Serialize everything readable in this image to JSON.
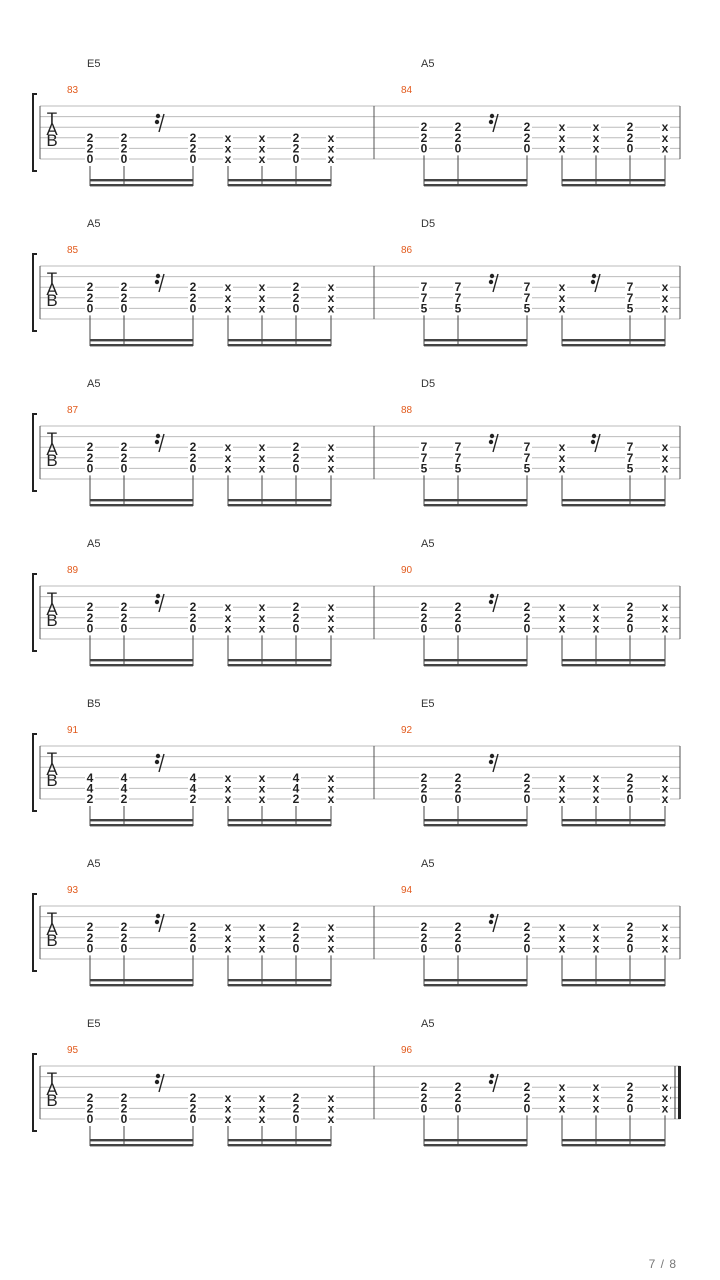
{
  "page": {
    "number_text": "7 / 8"
  },
  "systems": [
    {
      "measures": [
        {
          "number": "83",
          "chord": "E5",
          "strings": 3,
          "events": [
            {
              "t": "n",
              "f": [
                "2",
                "2",
                "0"
              ]
            },
            {
              "t": "n",
              "f": [
                "2",
                "2",
                "0"
              ]
            },
            {
              "t": "r"
            },
            {
              "t": "n",
              "f": [
                "2",
                "2",
                "0"
              ]
            },
            {
              "t": "n",
              "f": [
                "x",
                "x",
                "x"
              ]
            },
            {
              "t": "n",
              "f": [
                "x",
                "x",
                "x"
              ]
            },
            {
              "t": "n",
              "f": [
                "2",
                "2",
                "0"
              ]
            },
            {
              "t": "n",
              "f": [
                "x",
                "x",
                "x"
              ]
            }
          ]
        },
        {
          "number": "84",
          "chord": "A5",
          "strings": 1,
          "events": [
            {
              "t": "n",
              "f": [
                "2",
                "2",
                "0"
              ]
            },
            {
              "t": "n",
              "f": [
                "2",
                "2",
                "0"
              ]
            },
            {
              "t": "r"
            },
            {
              "t": "n",
              "f": [
                "2",
                "2",
                "0"
              ]
            },
            {
              "t": "n",
              "f": [
                "x",
                "x",
                "x"
              ]
            },
            {
              "t": "n",
              "f": [
                "x",
                "x",
                "x"
              ]
            },
            {
              "t": "n",
              "f": [
                "2",
                "2",
                "0"
              ]
            },
            {
              "t": "n",
              "f": [
                "x",
                "x",
                "x"
              ]
            }
          ]
        }
      ]
    },
    {
      "measures": [
        {
          "number": "85",
          "chord": "A5",
          "strings": 1,
          "events": [
            {
              "t": "n",
              "f": [
                "2",
                "2",
                "0"
              ]
            },
            {
              "t": "n",
              "f": [
                "2",
                "2",
                "0"
              ]
            },
            {
              "t": "r"
            },
            {
              "t": "n",
              "f": [
                "2",
                "2",
                "0"
              ]
            },
            {
              "t": "n",
              "f": [
                "x",
                "x",
                "x"
              ]
            },
            {
              "t": "n",
              "f": [
                "x",
                "x",
                "x"
              ]
            },
            {
              "t": "n",
              "f": [
                "2",
                "2",
                "0"
              ]
            },
            {
              "t": "n",
              "f": [
                "x",
                "x",
                "x"
              ]
            }
          ]
        },
        {
          "number": "86",
          "chord": "D5",
          "strings": 1,
          "events": [
            {
              "t": "n",
              "f": [
                "7",
                "7",
                "5"
              ]
            },
            {
              "t": "n",
              "f": [
                "7",
                "7",
                "5"
              ]
            },
            {
              "t": "r"
            },
            {
              "t": "n",
              "f": [
                "7",
                "7",
                "5"
              ]
            },
            {
              "t": "n",
              "f": [
                "x",
                "x",
                "x"
              ]
            },
            {
              "t": "r"
            },
            {
              "t": "n",
              "f": [
                "7",
                "7",
                "5"
              ]
            },
            {
              "t": "n",
              "f": [
                "x",
                "x",
                "x"
              ]
            }
          ]
        }
      ]
    },
    {
      "measures": [
        {
          "number": "87",
          "chord": "A5",
          "strings": 1,
          "events": [
            {
              "t": "n",
              "f": [
                "2",
                "2",
                "0"
              ]
            },
            {
              "t": "n",
              "f": [
                "2",
                "2",
                "0"
              ]
            },
            {
              "t": "r"
            },
            {
              "t": "n",
              "f": [
                "2",
                "2",
                "0"
              ]
            },
            {
              "t": "n",
              "f": [
                "x",
                "x",
                "x"
              ]
            },
            {
              "t": "n",
              "f": [
                "x",
                "x",
                "x"
              ]
            },
            {
              "t": "n",
              "f": [
                "2",
                "2",
                "0"
              ]
            },
            {
              "t": "n",
              "f": [
                "x",
                "x",
                "x"
              ]
            }
          ]
        },
        {
          "number": "88",
          "chord": "D5",
          "strings": 1,
          "events": [
            {
              "t": "n",
              "f": [
                "7",
                "7",
                "5"
              ]
            },
            {
              "t": "n",
              "f": [
                "7",
                "7",
                "5"
              ]
            },
            {
              "t": "r"
            },
            {
              "t": "n",
              "f": [
                "7",
                "7",
                "5"
              ]
            },
            {
              "t": "n",
              "f": [
                "x",
                "x",
                "x"
              ]
            },
            {
              "t": "r"
            },
            {
              "t": "n",
              "f": [
                "7",
                "7",
                "5"
              ]
            },
            {
              "t": "n",
              "f": [
                "x",
                "x",
                "x"
              ]
            }
          ]
        }
      ]
    },
    {
      "measures": [
        {
          "number": "89",
          "chord": "A5",
          "strings": 1,
          "events": [
            {
              "t": "n",
              "f": [
                "2",
                "2",
                "0"
              ]
            },
            {
              "t": "n",
              "f": [
                "2",
                "2",
                "0"
              ]
            },
            {
              "t": "r"
            },
            {
              "t": "n",
              "f": [
                "2",
                "2",
                "0"
              ]
            },
            {
              "t": "n",
              "f": [
                "x",
                "x",
                "x"
              ]
            },
            {
              "t": "n",
              "f": [
                "x",
                "x",
                "x"
              ]
            },
            {
              "t": "n",
              "f": [
                "2",
                "2",
                "0"
              ]
            },
            {
              "t": "n",
              "f": [
                "x",
                "x",
                "x"
              ]
            }
          ]
        },
        {
          "number": "90",
          "chord": "A5",
          "strings": 1,
          "events": [
            {
              "t": "n",
              "f": [
                "2",
                "2",
                "0"
              ]
            },
            {
              "t": "n",
              "f": [
                "2",
                "2",
                "0"
              ]
            },
            {
              "t": "r"
            },
            {
              "t": "n",
              "f": [
                "2",
                "2",
                "0"
              ]
            },
            {
              "t": "n",
              "f": [
                "x",
                "x",
                "x"
              ]
            },
            {
              "t": "n",
              "f": [
                "x",
                "x",
                "x"
              ]
            },
            {
              "t": "n",
              "f": [
                "2",
                "2",
                "0"
              ]
            },
            {
              "t": "n",
              "f": [
                "x",
                "x",
                "x"
              ]
            }
          ]
        }
      ]
    },
    {
      "measures": [
        {
          "number": "91",
          "chord": "B5",
          "strings": 2,
          "events": [
            {
              "t": "n",
              "f": [
                "4",
                "4",
                "2"
              ]
            },
            {
              "t": "n",
              "f": [
                "4",
                "4",
                "2"
              ]
            },
            {
              "t": "r"
            },
            {
              "t": "n",
              "f": [
                "4",
                "4",
                "2"
              ]
            },
            {
              "t": "n",
              "f": [
                "x",
                "x",
                "x"
              ]
            },
            {
              "t": "n",
              "f": [
                "x",
                "x",
                "x"
              ]
            },
            {
              "t": "n",
              "f": [
                "4",
                "4",
                "2"
              ]
            },
            {
              "t": "n",
              "f": [
                "x",
                "x",
                "x"
              ]
            }
          ]
        },
        {
          "number": "92",
          "chord": "E5",
          "strings": 3,
          "events": [
            {
              "t": "n",
              "f": [
                "2",
                "2",
                "0"
              ]
            },
            {
              "t": "n",
              "f": [
                "2",
                "2",
                "0"
              ]
            },
            {
              "t": "r"
            },
            {
              "t": "n",
              "f": [
                "2",
                "2",
                "0"
              ]
            },
            {
              "t": "n",
              "f": [
                "x",
                "x",
                "x"
              ]
            },
            {
              "t": "n",
              "f": [
                "x",
                "x",
                "x"
              ]
            },
            {
              "t": "n",
              "f": [
                "2",
                "2",
                "0"
              ]
            },
            {
              "t": "n",
              "f": [
                "x",
                "x",
                "x"
              ]
            }
          ]
        }
      ]
    },
    {
      "measures": [
        {
          "number": "93",
          "chord": "A5",
          "strings": 1,
          "events": [
            {
              "t": "n",
              "f": [
                "2",
                "2",
                "0"
              ]
            },
            {
              "t": "n",
              "f": [
                "2",
                "2",
                "0"
              ]
            },
            {
              "t": "r"
            },
            {
              "t": "n",
              "f": [
                "2",
                "2",
                "0"
              ]
            },
            {
              "t": "n",
              "f": [
                "x",
                "x",
                "x"
              ]
            },
            {
              "t": "n",
              "f": [
                "x",
                "x",
                "x"
              ]
            },
            {
              "t": "n",
              "f": [
                "2",
                "2",
                "0"
              ]
            },
            {
              "t": "n",
              "f": [
                "x",
                "x",
                "x"
              ]
            }
          ]
        },
        {
          "number": "94",
          "chord": "A5",
          "strings": 1,
          "events": [
            {
              "t": "n",
              "f": [
                "2",
                "2",
                "0"
              ]
            },
            {
              "t": "n",
              "f": [
                "2",
                "2",
                "0"
              ]
            },
            {
              "t": "r"
            },
            {
              "t": "n",
              "f": [
                "2",
                "2",
                "0"
              ]
            },
            {
              "t": "n",
              "f": [
                "x",
                "x",
                "x"
              ]
            },
            {
              "t": "n",
              "f": [
                "x",
                "x",
                "x"
              ]
            },
            {
              "t": "n",
              "f": [
                "2",
                "2",
                "0"
              ]
            },
            {
              "t": "n",
              "f": [
                "x",
                "x",
                "x"
              ]
            }
          ]
        }
      ]
    },
    {
      "measures": [
        {
          "number": "95",
          "chord": "E5",
          "strings": 3,
          "events": [
            {
              "t": "n",
              "f": [
                "2",
                "2",
                "0"
              ]
            },
            {
              "t": "n",
              "f": [
                "2",
                "2",
                "0"
              ]
            },
            {
              "t": "r"
            },
            {
              "t": "n",
              "f": [
                "2",
                "2",
                "0"
              ]
            },
            {
              "t": "n",
              "f": [
                "x",
                "x",
                "x"
              ]
            },
            {
              "t": "n",
              "f": [
                "x",
                "x",
                "x"
              ]
            },
            {
              "t": "n",
              "f": [
                "2",
                "2",
                "0"
              ]
            },
            {
              "t": "n",
              "f": [
                "x",
                "x",
                "x"
              ]
            }
          ]
        },
        {
          "number": "96",
          "chord": "A5",
          "strings": 1,
          "end_repeat": true,
          "events": [
            {
              "t": "n",
              "f": [
                "2",
                "2",
                "0"
              ]
            },
            {
              "t": "n",
              "f": [
                "2",
                "2",
                "0"
              ]
            },
            {
              "t": "r"
            },
            {
              "t": "n",
              "f": [
                "2",
                "2",
                "0"
              ]
            },
            {
              "t": "n",
              "f": [
                "x",
                "x",
                "x"
              ]
            },
            {
              "t": "n",
              "f": [
                "x",
                "x",
                "x"
              ]
            },
            {
              "t": "n",
              "f": [
                "2",
                "2",
                "0"
              ]
            },
            {
              "t": "n",
              "f": [
                "x",
                "x",
                "x"
              ]
            }
          ]
        }
      ]
    }
  ],
  "clef_letters": [
    "T",
    "A",
    "B"
  ],
  "colors": {
    "measure_number": "#e25a1c",
    "staff_line": "#bbbbbb",
    "ink": "#222222"
  }
}
